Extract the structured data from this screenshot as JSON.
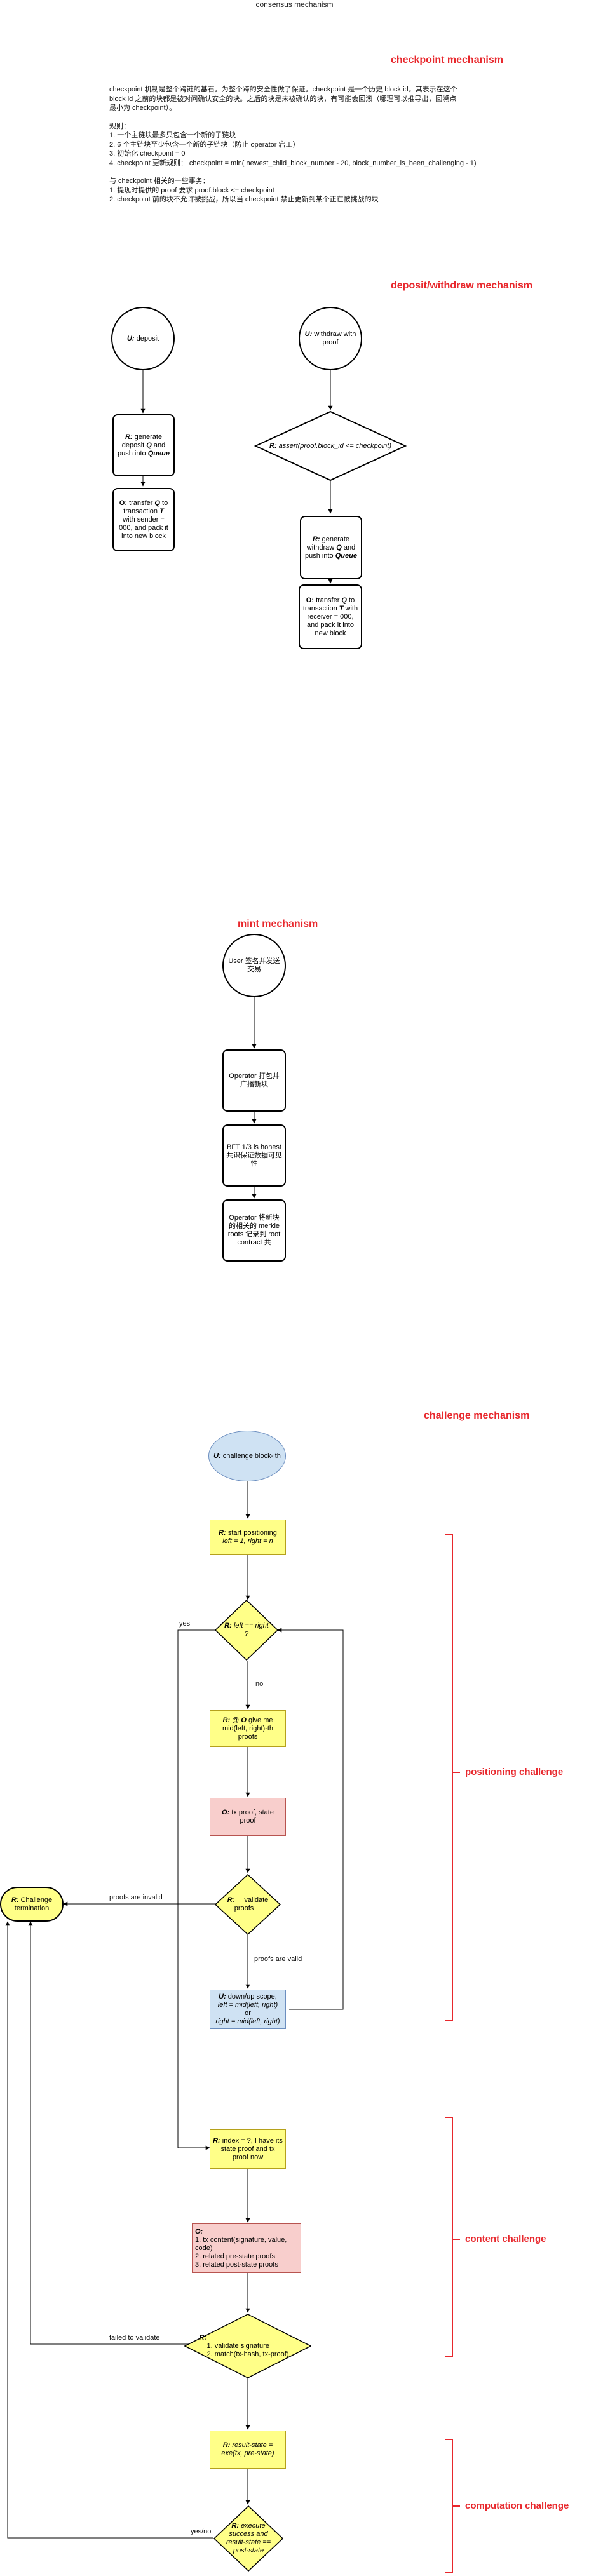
{
  "page": {
    "title": "consensus mechanism"
  },
  "checkpoint": {
    "title": "checkpoint mechanism",
    "lines": [
      "checkpoint 机制是整个跨链的基石。为整个跨的安全性做了保证。checkpoint 是一个历史 block id。其表示在这个",
      "block id 之前的块都是被对问确认安全的块。之后的块是未被确认的块，有可能会回滚（哪理可以推导出，回溯点",
      "最小为 checkpoint）。",
      "",
      "规则：",
      "1. 一个主链块最多只包含一个新的子链块",
      "2. 6 个主链块至少包含一个新的子链块（防止 operator 宕工）",
      "3. 初始化 checkpoint = 0",
      "4. checkpoint 更新规则： checkpoint = min( newest_child_block_number - 20, block_number_is_been_challenging - 1)",
      "",
      "与 checkpoint 相关的一些事务：",
      "1. 提现时提供的 proof 要求 proof.block <= checkpoint",
      "2. checkpoint 前的块不允许被挑战，所以当 checkpoint 禁止更新到某个正在被挑战的块"
    ]
  },
  "deposit": {
    "title": "deposit/withdraw mechanism",
    "d1_role": "U:",
    "d1_text": "deposit",
    "d2_role": "R:",
    "d2_text": "generate deposit",
    "d2_q": "Q",
    "d2_text2": "and push into",
    "d2_queue": "Queue",
    "d3_role": "O:",
    "d3_text": "transfer",
    "d3_q": "Q",
    "d3_text2": "to transaction",
    "d3_t": "T",
    "d3_text3": "with sender = 000, and pack it into new block",
    "w1_role": "U:",
    "w1_text": "withdraw with proof",
    "w2_role": "R:",
    "w2_text": "assert(proof.block_id <= checkpoint)",
    "w3_role": "R:",
    "w3_text": "generate withdraw",
    "w3_q": "Q",
    "w3_text2": "and push into",
    "w3_queue": "Queue",
    "w4_role": "O:",
    "w4_text": "transfer",
    "w4_q": "Q",
    "w4_text2": "to transaction",
    "w4_t": "T",
    "w4_text3": "with receiver = 000, and pack it into new block"
  },
  "mint": {
    "title": "mint mechanism",
    "n1": "User 签名并发送交易",
    "n2": "Operator 打包并广播新块",
    "n3": "BFT 1/3 is honest 共识保证数据可见性",
    "n4": "Operator 将新块的相关的 merkle roots 记录到 root contract 共"
  },
  "challenge": {
    "title": "challenge mechanism",
    "c1_role": "U:",
    "c1_text": "challenge block-ith",
    "c2_role": "R:",
    "c2_text": "start positioning",
    "c2_text2": "left = 1, right = n",
    "c3_role": "R:",
    "c3_text": "left == right ?",
    "c4_role": "R:",
    "c4_text": "@",
    "c4_o": "O",
    "c4_text2": "give me mid(left, right)-th proofs",
    "c5_role": "O:",
    "c5_text": "tx proof, state proof",
    "c6_role": "R:",
    "c6_text": "validate proofs",
    "c7_role": "U:",
    "c7_text": "down/up scope,",
    "c7_text2": "left = mid(left, right)",
    "c7_text3": "or",
    "c7_text4": "right = mid(left, right)",
    "c8_role": "R:",
    "c8_text": "index = ?, I have its state proof and tx proof now",
    "c9_role": "O:",
    "c9_lines": [
      "1. tx content(signature, value, code)",
      "2. related pre-state proofs",
      "3. related post-state proofs"
    ],
    "c10_role": "R:",
    "c10_lines": [
      "1. validate signature",
      "2. match(tx-hash, tx-proof)"
    ],
    "c11_role": "R:",
    "c11_text": "result-state = exe(tx, pre-state)",
    "c12_role": "R:",
    "c12_text": "execute success and result-state == post-state",
    "term_role": "R:",
    "term_text": "Challenge termination",
    "lbl_yes": "yes",
    "lbl_no": "no",
    "lbl_invalid": "proofs are invalid",
    "lbl_valid": "proofs are valid",
    "lbl_failed": "failed to validate",
    "lbl_yesno": "yes/no",
    "side_positioning": "positioning challenge",
    "side_content": "content challenge",
    "side_computation": "computation challenge"
  },
  "colors": {
    "section_title": "#e8282d",
    "yellow": "#ffff88",
    "pink": "#f8cecc",
    "blue": "#cfe2f3"
  }
}
